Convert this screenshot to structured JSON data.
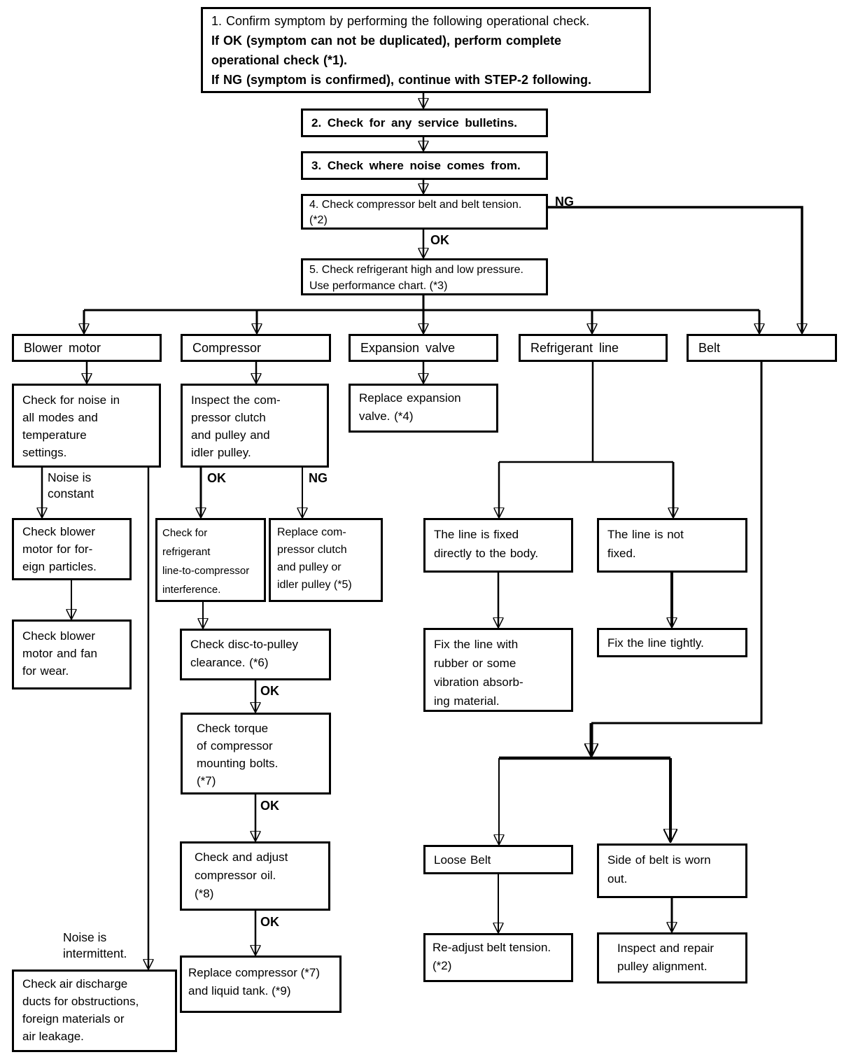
{
  "nodes": {
    "step1": {
      "line1": "1. Confirm symptom by performing the following operational check.",
      "bold_lines": [
        "If OK (symptom can not be duplicated), perform complete",
        "operational check (*1).",
        "If NG (symptom is confirmed), continue with STEP-2 following."
      ]
    },
    "step2": {
      "text": "2. Check for any service bulletins."
    },
    "step3": {
      "text": "3. Check where noise comes from."
    },
    "step4": {
      "lines": [
        "4. Check compressor belt and belt tension.",
        "(*2)"
      ]
    },
    "step5": {
      "lines": [
        "5. Check refrigerant high and low pressure.",
        "Use performance chart. (*3)"
      ]
    },
    "cat_blower": {
      "label": "Blower motor"
    },
    "cat_compressor": {
      "label": "Compressor"
    },
    "cat_expansion": {
      "label": "Expansion valve"
    },
    "cat_refrigerant": {
      "label": "Refrigerant line"
    },
    "cat_belt": {
      "label": "Belt"
    },
    "blower_check_noise": {
      "lines": [
        "Check for noise in",
        "all modes and",
        "temperature",
        "settings."
      ]
    },
    "blower_foreign": {
      "lines": [
        "Check blower",
        "motor for for-",
        "eign particles."
      ]
    },
    "blower_wear": {
      "lines": [
        "Check blower",
        "motor and fan",
        "for wear."
      ]
    },
    "air_ducts": {
      "lines": [
        "Check air discharge",
        "ducts for obstructions,",
        "foreign materials or",
        "air leakage."
      ]
    },
    "comp_inspect": {
      "lines": [
        "Inspect the com-",
        "pressor clutch",
        "and pulley and",
        "idler pulley."
      ]
    },
    "comp_interference": {
      "lines": [
        "Check for",
        "refrigerant",
        "line-to-compressor",
        "interference."
      ]
    },
    "comp_replace_clutch": {
      "lines": [
        "Replace com-",
        "pressor clutch",
        "and pulley or",
        "idler pulley (*5)"
      ]
    },
    "comp_disc": {
      "lines": [
        "Check disc-to-pulley",
        "clearance. (*6)"
      ]
    },
    "comp_torque": {
      "lines": [
        "Check torque",
        "of compressor",
        "mounting bolts.",
        "(*7)"
      ]
    },
    "comp_oil": {
      "lines": [
        "Check and adjust",
        "compressor oil.",
        "(*8)"
      ]
    },
    "comp_replace": {
      "lines": [
        "Replace compressor (*7)",
        "and liquid tank. (*9)"
      ]
    },
    "exp_replace": {
      "lines": [
        "Replace expansion",
        "valve. (*4)"
      ]
    },
    "line_fixed": {
      "lines": [
        "The line is fixed",
        "directly to the body."
      ]
    },
    "line_not_fixed": {
      "lines": [
        "The line is not",
        "fixed."
      ]
    },
    "fix_rubber": {
      "lines": [
        "Fix the line with",
        "rubber or some",
        "vibration absorb-",
        "ing material."
      ]
    },
    "fix_tightly": {
      "text": "Fix the line tightly."
    },
    "loose_belt": {
      "text": "Loose Belt"
    },
    "belt_worn": {
      "lines": [
        "Side of belt is worn",
        "out."
      ]
    },
    "readjust": {
      "lines": [
        "Re-adjust belt tension.",
        "(*2)"
      ]
    },
    "pulley_align": {
      "lines": [
        "Inspect and repair",
        "pulley alignment."
      ]
    }
  },
  "labels": {
    "ng_step4": "NG",
    "ok_step4": "OK",
    "ok_inspect": "OK",
    "ng_inspect": "NG",
    "ok_disc": "OK",
    "ok_torque": "OK",
    "ok_oil": "OK",
    "noise_constant": [
      "Noise is",
      "constant"
    ],
    "noise_intermittent": [
      "Noise is",
      "intermittent."
    ]
  },
  "colors": {
    "ink": "#000000",
    "paper": "#ffffff"
  }
}
